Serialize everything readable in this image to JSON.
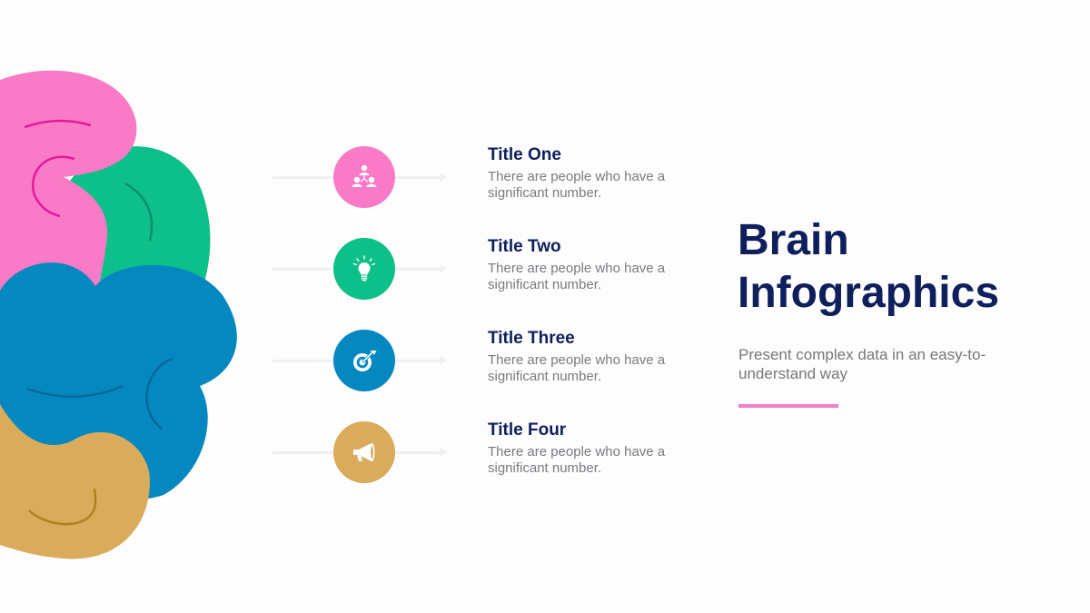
{
  "header": {
    "title_line1": "Brain",
    "title_line2": "Infographics",
    "subtitle": "Present complex data in an easy-to-understand way"
  },
  "colors": {
    "pink": "#f97bc8",
    "green": "#0dbf88",
    "blue": "#0588c0",
    "gold": "#d9ab5b",
    "navy": "#0e1f5c",
    "accent_line": "#f47ec5"
  },
  "items": [
    {
      "title": "Title One",
      "description": "There are people who have a significant number.",
      "icon": "people-hierarchy-icon",
      "color": "#f97bc8"
    },
    {
      "title": "Title Two",
      "description": "There are people who have a significant number.",
      "icon": "lightbulb-icon",
      "color": "#0dbf88"
    },
    {
      "title": "Title Three",
      "description": "There are people who have a significant number.",
      "icon": "target-icon",
      "color": "#0588c0"
    },
    {
      "title": "Title Four",
      "description": "There are people who have a significant number.",
      "icon": "megaphone-icon",
      "color": "#d9ab5b"
    }
  ]
}
